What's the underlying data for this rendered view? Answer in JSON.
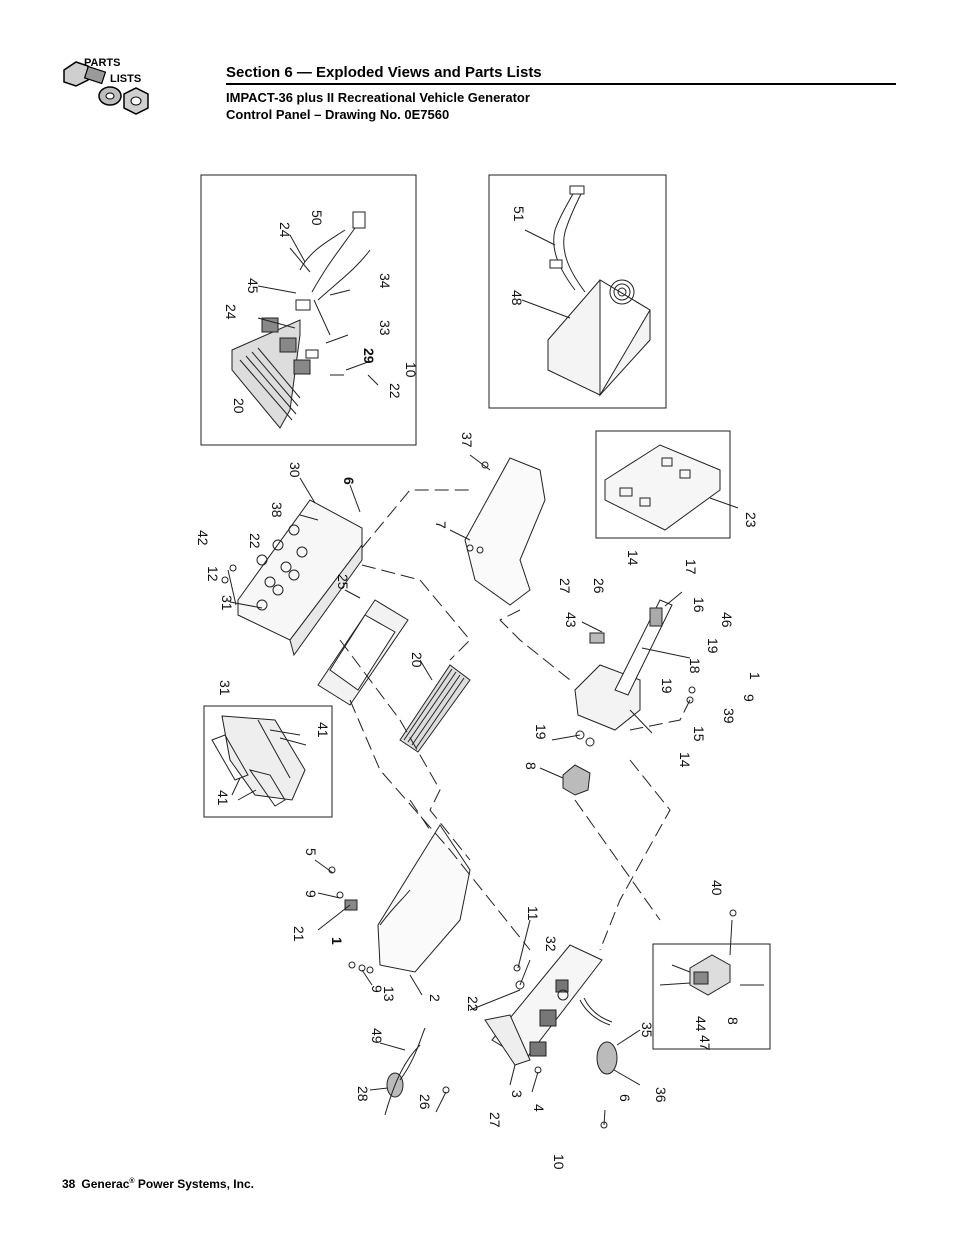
{
  "header": {
    "logo_top": "PARTS",
    "logo_bottom": "LISTS",
    "section_title": "Section 6 — Exploded Views and Parts Lists",
    "subtitle_line1": "IMPACT-36 plus II Recreational Vehicle Generator",
    "subtitle_line2": "Control Panel – Drawing No. 0E7560"
  },
  "callouts": {
    "c50": "50",
    "c24a": "24",
    "c34": "34",
    "c45": "45",
    "c24b": "24",
    "c33": "33",
    "c29": "29",
    "c10a": "10",
    "c22a": "22",
    "c20a": "20",
    "c51": "51",
    "c48": "48",
    "c37": "37",
    "c6a": "6",
    "c30": "30",
    "c38": "38",
    "c42": "42",
    "c22b": "22",
    "c12": "12",
    "c31a": "31",
    "c25": "25",
    "c7": "7",
    "c20b": "20",
    "c23": "23",
    "c14a": "14",
    "c17": "17",
    "c16": "16",
    "c26a": "26",
    "c27a": "27",
    "c43": "43",
    "c46": "46",
    "c19a": "19",
    "c18": "18",
    "c19b": "19",
    "c1a": "1",
    "c9a": "9",
    "c39": "39",
    "c15": "15",
    "c14b": "14",
    "c19c": "19",
    "c8a": "8",
    "c31b": "31",
    "c41a": "41",
    "c41b": "41",
    "c5": "5",
    "c9b": "9",
    "c21": "21",
    "c1b": "1",
    "c9c": "9",
    "c13": "13",
    "c2": "2",
    "c11": "11",
    "c32": "32",
    "c22c": "22",
    "c49": "49",
    "c28": "28",
    "c26b": "26",
    "c27b": "27",
    "c3": "3",
    "c4": "4",
    "c6b": "6",
    "c36": "36",
    "c35": "35",
    "c10b": "10",
    "c40": "40",
    "c44": "44",
    "c47": "47",
    "c8b": "8"
  },
  "footer": {
    "page_number": "38",
    "company": "Generac",
    "reg_mark": "®",
    "company_suffix": " Power Systems, Inc."
  }
}
